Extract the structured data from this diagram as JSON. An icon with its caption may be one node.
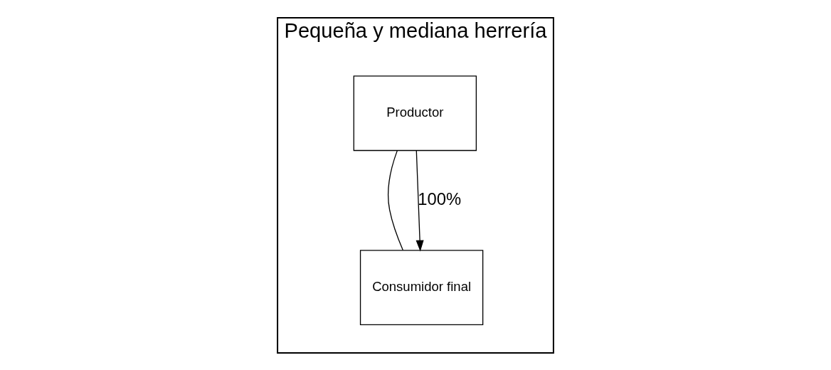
{
  "diagram": {
    "nodes": [
      {
        "text": [
          "Pequeña y mediana herrería"
        ]
      },
      {
        "text": [
          "Productor"
        ],
        "in": 0
      },
      {
        "text": [
          "Consumidor final"
        ],
        "in": 0
      }
    ],
    "edges": [
      {
        "from": 1,
        "to": 2,
        "arrow": "none"
      },
      {
        "from": 1,
        "to": 2,
        "arrow": "to",
        "label": "100%"
      }
    ]
  }
}
